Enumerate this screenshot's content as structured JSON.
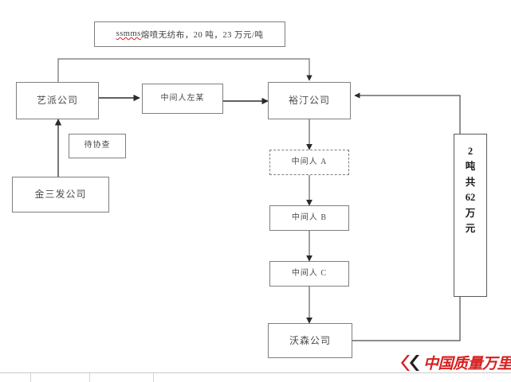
{
  "diagram": {
    "title_caption": {
      "misspelled_token": "ssmms",
      "rest": "熔喷无纺布，20 吨，23 万元/吨",
      "full_text": "ssmms熔喷无纺布，20 吨，23 万元/吨"
    },
    "nodes": [
      {
        "id": "yipai",
        "label": "艺派公司",
        "style": "solid"
      },
      {
        "id": "broker-zuo",
        "label": "中间人左某",
        "style": "solid"
      },
      {
        "id": "yuting",
        "label": "裕汀公司",
        "style": "solid"
      },
      {
        "id": "pending",
        "label": "待协查",
        "style": "solid"
      },
      {
        "id": "jinsanfa",
        "label": "金三发公司",
        "style": "solid"
      },
      {
        "id": "broker-a",
        "label": "中间人 A",
        "style": "dashed"
      },
      {
        "id": "broker-b",
        "label": "中间人 B",
        "style": "solid"
      },
      {
        "id": "broker-c",
        "label": "中间人 C",
        "style": "solid"
      },
      {
        "id": "wosen",
        "label": "沃森公司",
        "style": "solid"
      }
    ],
    "vertical_note": {
      "chars": [
        "2",
        "吨",
        "共",
        "62",
        "万",
        "元"
      ],
      "full_text": "2吨共62万元"
    },
    "logo": {
      "wordmark": "中国质量万里行",
      "mark_name": "double-chevron-mark",
      "red": "#d81f1f",
      "dark": "#231f20"
    },
    "colors": {
      "box_border": "#7f7f7f",
      "text": "#4a4a4a",
      "wire": "#6e6e6e",
      "background": "#ffffff"
    }
  }
}
